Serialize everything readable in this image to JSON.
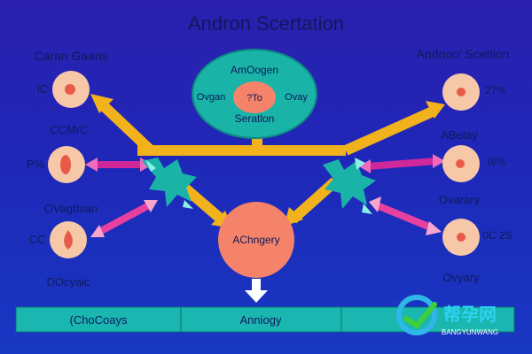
{
  "title": "Andron Scertation",
  "left_header": "Caran Gaans",
  "right_header": "Andnoo' Scetlion",
  "center_top": {
    "line1": "AmOogen",
    "left": "Ovgan",
    "core": "?To",
    "right": "Ovay",
    "bottom": "Seratlon"
  },
  "center_bottom": {
    "label": "AChngery"
  },
  "left_nodes": [
    {
      "prefix": "lC",
      "label": ""
    },
    {
      "prefix": "P%",
      "label": "CCMrC"
    },
    {
      "prefix": "CC",
      "label": "OVagtIvan"
    },
    {
      "prefix": "",
      "label": "DOcyaic"
    }
  ],
  "right_nodes": [
    {
      "suffix": "27%",
      "label": ""
    },
    {
      "suffix": "0/%",
      "label": "ABetay"
    },
    {
      "suffix": "0C 2S",
      "label": "Ovarary"
    },
    {
      "suffix": "",
      "label": "Ovyary"
    }
  ],
  "bottom_bar": {
    "left": "(ChoCoays",
    "center": "Anniogy"
  },
  "watermark": {
    "chinese": "帮孕网",
    "latin": "BANGYUNWANG"
  },
  "colors": {
    "arrow_gold": "#f2b21c",
    "arrow_magenta": "#d0289a",
    "arrow_pink": "#f4a0c8",
    "teal": "#19b3a8",
    "node_peach": "#f6c8a8",
    "node_core": "#e85a48",
    "center_salmon": "#f5836a",
    "bar_teal": "#19b7b0"
  }
}
